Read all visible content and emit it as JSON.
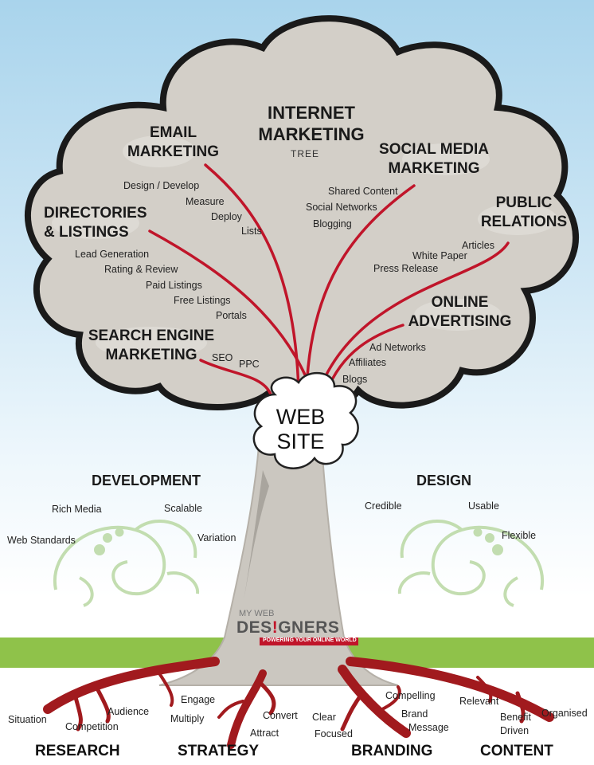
{
  "title": {
    "line1": "INTERNET",
    "line2": "MARKETING",
    "sub": "TREE"
  },
  "trunk_label": {
    "line1": "WEB",
    "line2": "SITE"
  },
  "branches": {
    "email": {
      "line1": "EMAIL",
      "line2": "MARKETING",
      "items": [
        "Design / Develop",
        "Measure",
        "Deploy",
        "Lists"
      ]
    },
    "social": {
      "line1": "SOCIAL MEDIA",
      "line2": "MARKETING",
      "items": [
        "Shared Content",
        "Social Networks",
        "Blogging"
      ]
    },
    "directories": {
      "line1": "DIRECTORIES",
      "line2": "& LISTINGS",
      "items": [
        "Lead Generation",
        "Rating & Review",
        "Paid Listings",
        "Free Listings",
        "Portals"
      ]
    },
    "pr": {
      "line1": "PUBLIC",
      "line2": "RELATIONS",
      "items": [
        "Articles",
        "White Paper",
        "Press Release"
      ]
    },
    "online": {
      "line1": "ONLINE",
      "line2": "ADVERTISING",
      "items": [
        "Ad Networks",
        "Affiliates",
        "Blogs"
      ]
    },
    "sem": {
      "line1": "SEARCH ENGINE",
      "line2": "MARKETING",
      "items": [
        "SEO",
        "PPC"
      ]
    }
  },
  "development": {
    "heading": "DEVELOPMENT",
    "items": [
      "Rich Media",
      "Scalable",
      "Web Standards",
      "Variation"
    ]
  },
  "design": {
    "heading": "DESIGN",
    "items": [
      "Credible",
      "Usable",
      "Flexible"
    ]
  },
  "logo": {
    "line1": "MY WEB",
    "line2a": "DES",
    "line2b": "!",
    "line2c": "GNERS",
    "tagline": "POWERING YOUR ONLINE WORLD"
  },
  "roots": {
    "research": {
      "heading": "RESEARCH",
      "items": [
        "Situation",
        "Competition",
        "Audience"
      ]
    },
    "strategy": {
      "heading": "STRATEGY",
      "items": [
        "Engage",
        "Multiply",
        "Convert",
        "Attract"
      ]
    },
    "branding": {
      "heading": "BRANDING",
      "items": [
        "Clear",
        "Focused",
        "Compelling",
        "Brand",
        "Message"
      ]
    },
    "content": {
      "heading": "CONTENT",
      "items": [
        "Relevant",
        "Benefit",
        "Driven",
        "Organised"
      ]
    }
  },
  "colors": {
    "canopy": "#d3cfc8",
    "outline": "#1a1a1a",
    "branch": "#c0152a",
    "trunk": "#c9c5be",
    "grass": "#8fc24a",
    "root": "#a11a1e",
    "swirl": "#b9d8a3"
  }
}
